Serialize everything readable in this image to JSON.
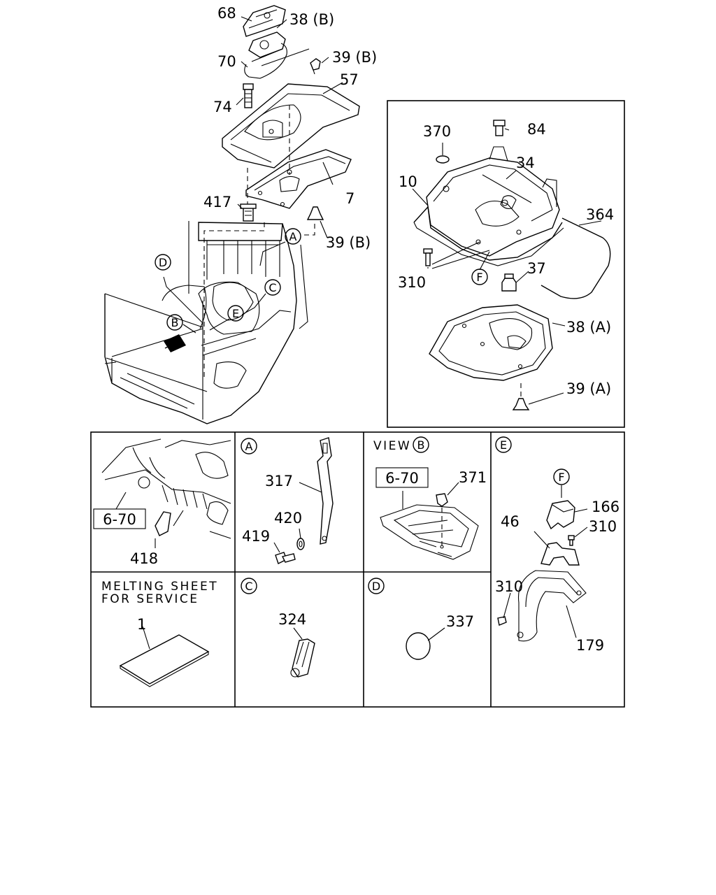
{
  "main_view": {
    "part_labels": [
      "68",
      "38 (B)",
      "70",
      "39 (B)",
      "57",
      "74",
      "7",
      "417",
      "39 (B)"
    ],
    "callouts": [
      "A",
      "D",
      "C",
      "E",
      "B"
    ]
  },
  "inset_f": {
    "part_labels": [
      "370",
      "84",
      "34",
      "10",
      "364",
      "310",
      "37",
      "38 (A)",
      "39 (A)"
    ],
    "callout": "F"
  },
  "detail_grid": {
    "cell_1": {
      "ref_box": "6-70",
      "part_labels": [
        "418"
      ]
    },
    "cell_a": {
      "callout": "A",
      "part_labels": [
        "317",
        "420",
        "419"
      ]
    },
    "cell_view_b": {
      "view_word": "VIEW",
      "callout": "B",
      "ref_box": "6-70",
      "part_labels": [
        "371"
      ]
    },
    "cell_e": {
      "callout": "E",
      "sub_callout": "F",
      "part_labels": [
        "166",
        "46",
        "310",
        "310",
        "179"
      ]
    },
    "cell_melting": {
      "caption_line1": "MELTING SHEET",
      "caption_line2": "FOR SERVICE",
      "part_labels": [
        "1"
      ]
    },
    "cell_c": {
      "callout": "C",
      "part_labels": [
        "324"
      ]
    },
    "cell_d": {
      "callout": "D",
      "part_labels": [
        "337"
      ]
    }
  }
}
